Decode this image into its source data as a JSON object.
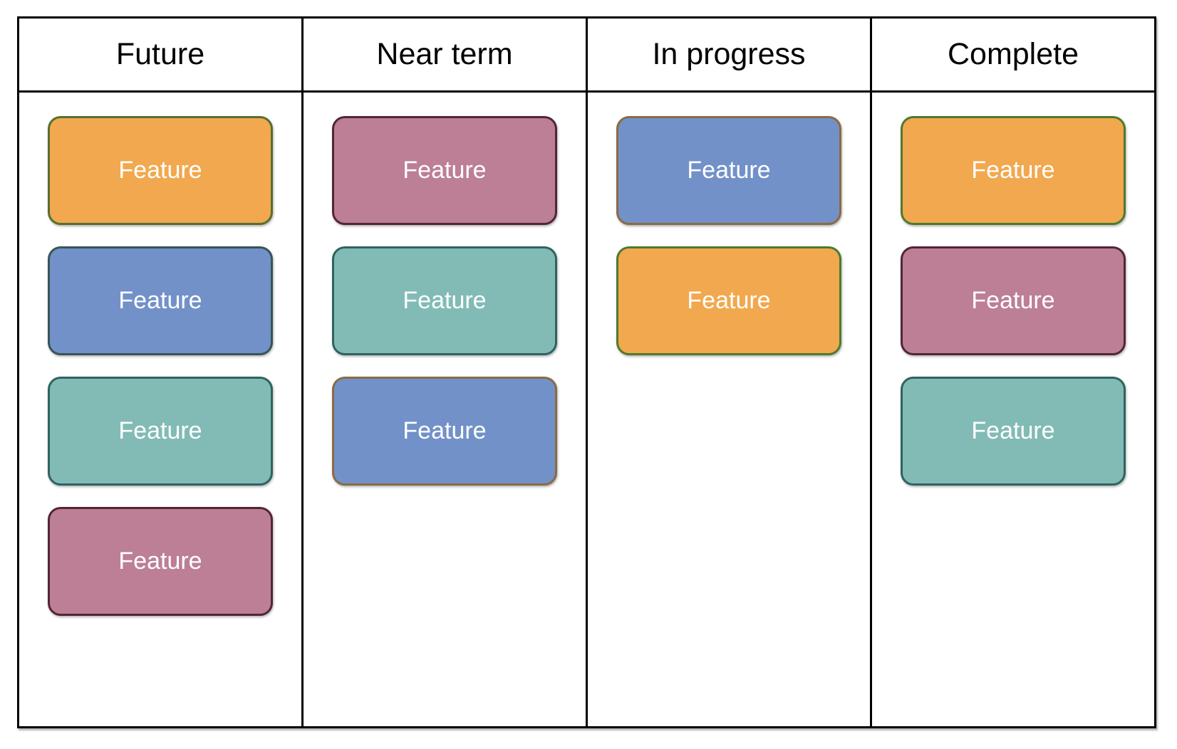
{
  "board": {
    "columns": [
      {
        "header": "Future",
        "cards": [
          {
            "label": "Feature",
            "fill": "#F2A84E",
            "border": "#566F31"
          },
          {
            "label": "Feature",
            "fill": "#7291C8",
            "border": "#375558"
          },
          {
            "label": "Feature",
            "fill": "#82BBB6",
            "border": "#2F6360"
          },
          {
            "label": "Feature",
            "fill": "#BC7F95",
            "border": "#532539"
          }
        ]
      },
      {
        "header": "Near term",
        "cards": [
          {
            "label": "Feature",
            "fill": "#BC7F95",
            "border": "#532539"
          },
          {
            "label": "Feature",
            "fill": "#82BBB6",
            "border": "#2F6360"
          },
          {
            "label": "Feature",
            "fill": "#7291C8",
            "border": "#8A6B44"
          }
        ]
      },
      {
        "header": "In progress",
        "cards": [
          {
            "label": "Feature",
            "fill": "#7291C8",
            "border": "#8A6B44"
          },
          {
            "label": "Feature",
            "fill": "#F2A84E",
            "border": "#4E7A2D"
          }
        ]
      },
      {
        "header": "Complete",
        "cards": [
          {
            "label": "Feature",
            "fill": "#F2A84E",
            "border": "#4E7A2D"
          },
          {
            "label": "Feature",
            "fill": "#BC7F95",
            "border": "#532539"
          },
          {
            "label": "Feature",
            "fill": "#82BBB6",
            "border": "#2F6360"
          }
        ]
      }
    ]
  },
  "colors": {
    "background": "#FFFFFF",
    "grid_line": "#000000",
    "header_text": "#000000",
    "card_text": "#FFFFFF"
  }
}
